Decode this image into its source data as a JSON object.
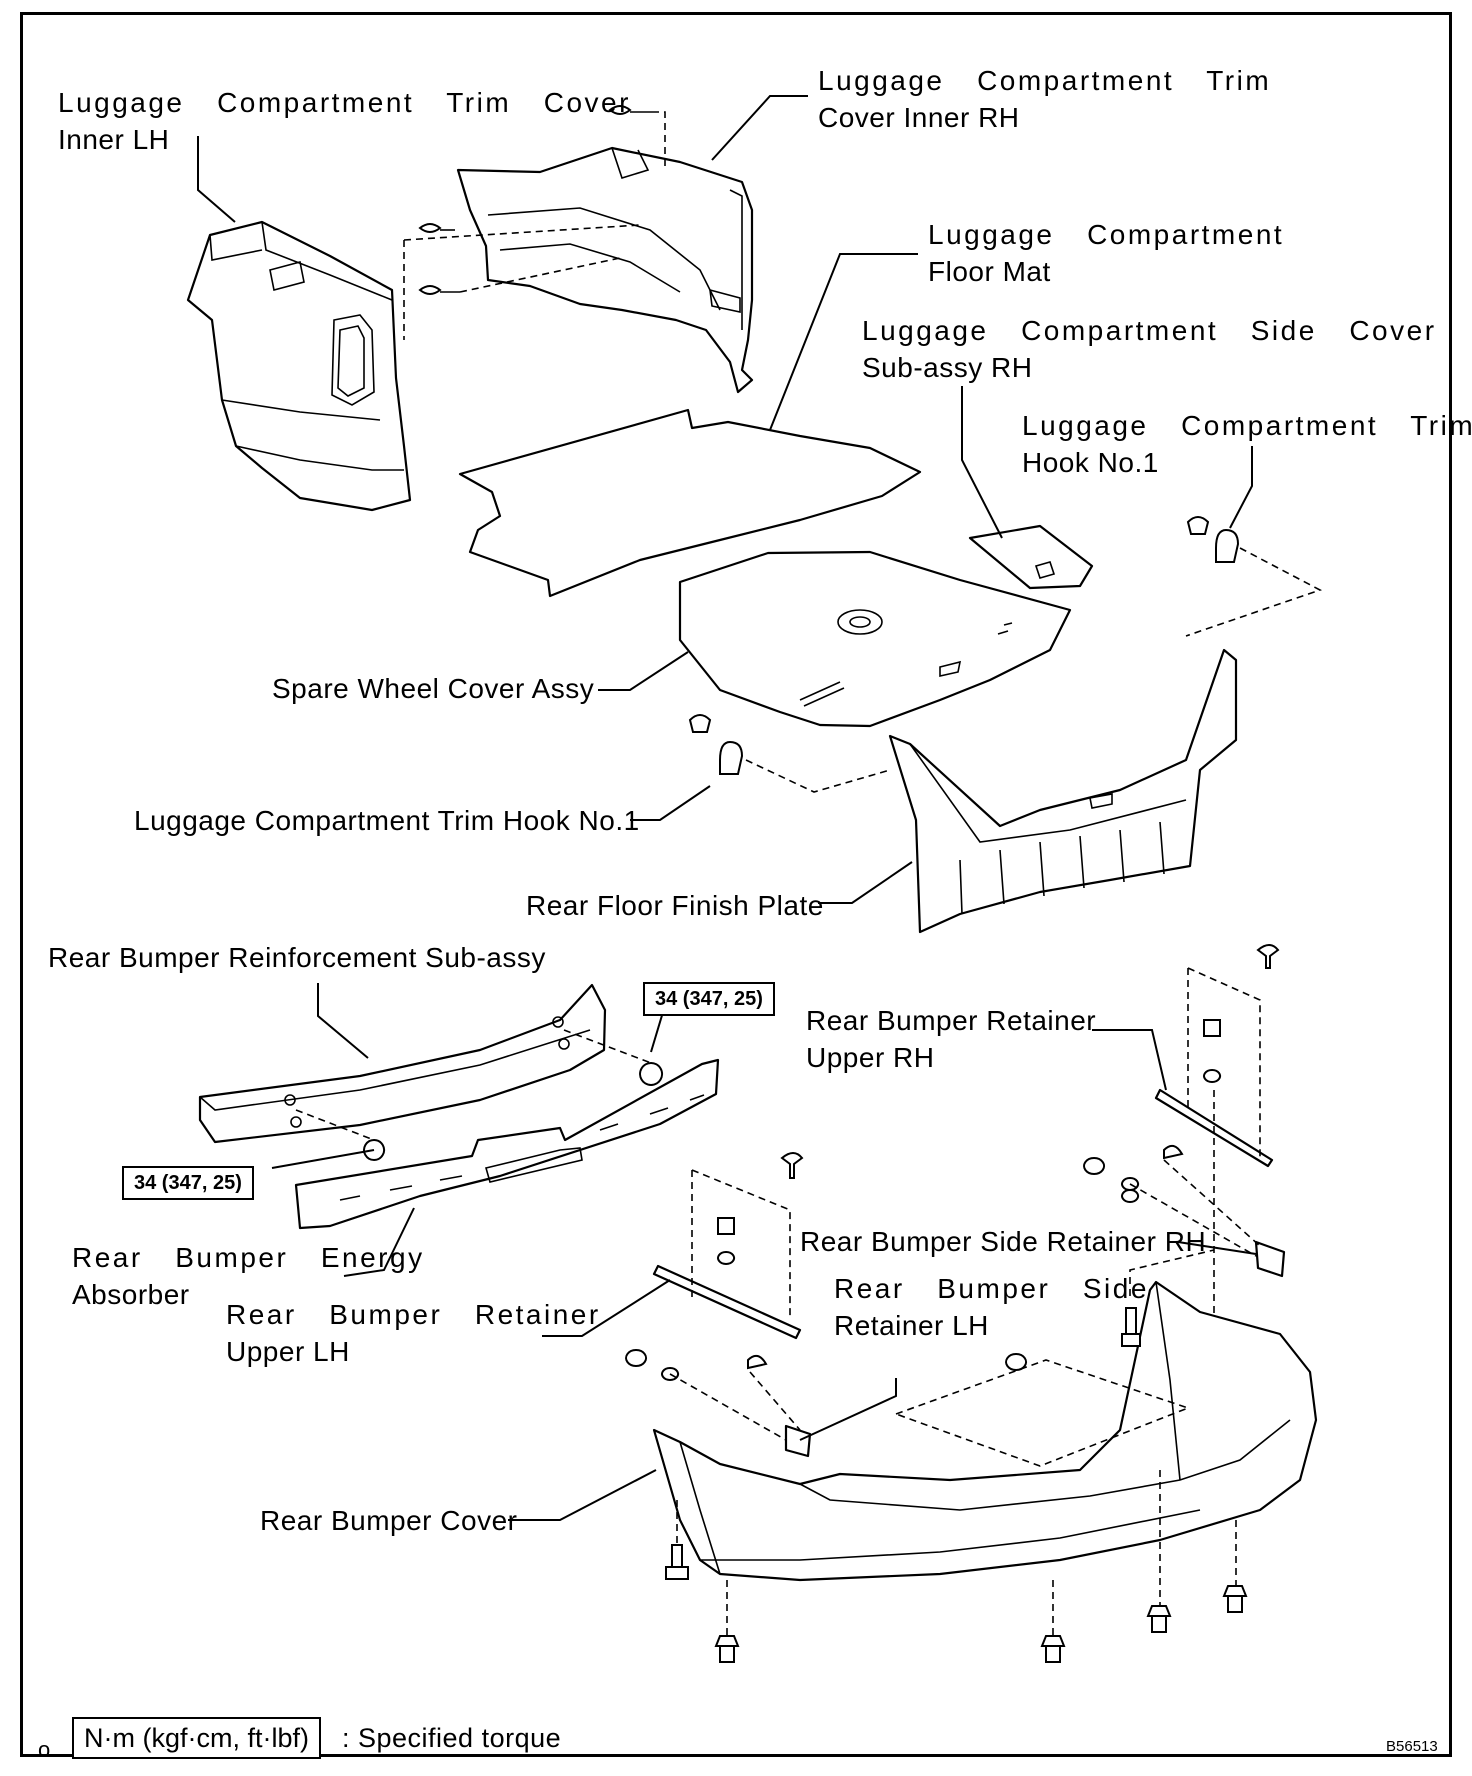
{
  "labels": {
    "trim_cover_inner_lh": [
      "Luggage  Compartment  Trim  Cover",
      "Inner LH"
    ],
    "trim_cover_inner_rh": [
      "Luggage  Compartment  Trim",
      "Cover Inner RH"
    ],
    "floor_mat": [
      "Luggage  Compartment",
      "Floor Mat"
    ],
    "side_cover_rh": [
      "Luggage  Compartment  Side  Cover",
      "Sub-assy RH"
    ],
    "trim_hook_upper": [
      "Luggage  Compartment  Trim",
      "Hook No.1"
    ],
    "spare_wheel_cover": "Spare Wheel Cover Assy",
    "trim_hook_lower": "Luggage Compartment Trim Hook No.1",
    "rear_floor_finish_plate": "Rear Floor Finish Plate",
    "reinforcement": "Rear Bumper Reinforcement Sub-assy",
    "retainer_upper_rh": [
      "Rear Bumper Retainer",
      "Upper RH"
    ],
    "energy_absorber": [
      "Rear  Bumper  Energy",
      "Absorber"
    ],
    "retainer_upper_lh": [
      "Rear  Bumper  Retainer",
      "Upper LH"
    ],
    "side_retainer_rh": "Rear Bumper Side Retainer RH",
    "side_retainer_lh": [
      "Rear  Bumper  Side",
      "Retainer LH"
    ],
    "bumper_cover": "Rear Bumper Cover"
  },
  "torque": {
    "upper": "34 (347, 25)",
    "lower": "34 (347, 25)"
  },
  "legend": {
    "unit": "N·m (kgf·cm, ft·lbf)",
    "text": ": Specified torque",
    "mark": "o"
  },
  "figure_id": "B56513"
}
